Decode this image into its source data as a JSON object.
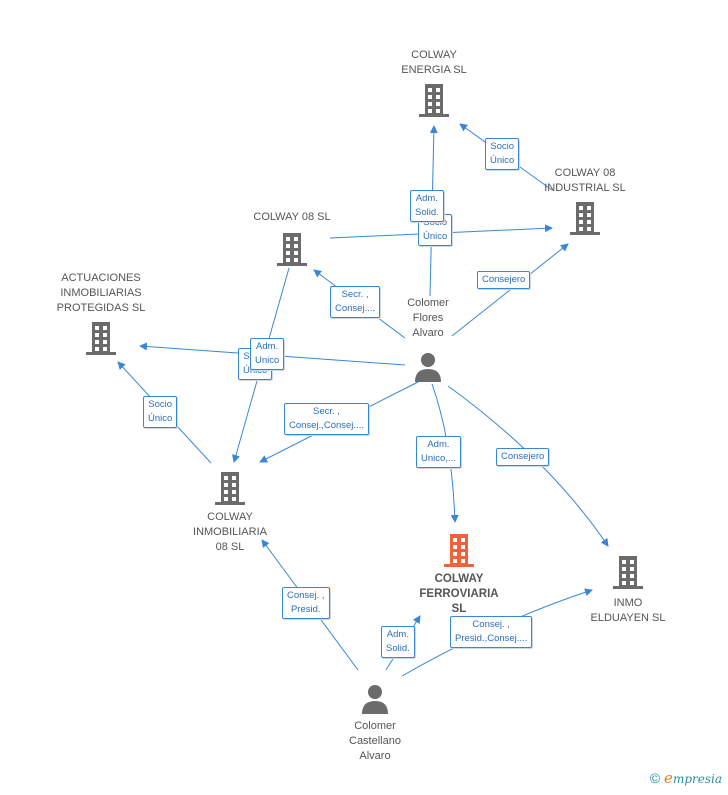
{
  "colors": {
    "edge": "#3a86d6",
    "company": "#6b6b6b",
    "focus": "#f0623a",
    "person": "#6b6b6b"
  },
  "nodes": [
    {
      "id": "energia",
      "type": "company",
      "name": "COLWAY\nENERGIA  SL"
    },
    {
      "id": "c08",
      "type": "company",
      "name": "COLWAY 08 SL"
    },
    {
      "id": "industrial",
      "type": "company",
      "name": "COLWAY 08\nINDUSTRIAL SL"
    },
    {
      "id": "actuaciones",
      "type": "company",
      "name": "ACTUACIONES\nINMOBILIARIAS\nPROTEGIDAS SL"
    },
    {
      "id": "flores",
      "type": "person",
      "name": "Colomer\nFlores\nAlvaro"
    },
    {
      "id": "inmo08",
      "type": "company",
      "name": "COLWAY\nINMOBILIARIA\n08 SL"
    },
    {
      "id": "ferroviaria",
      "type": "focus",
      "name": "COLWAY\nFERROVIARIA\nSL"
    },
    {
      "id": "elduayen",
      "type": "company",
      "name": "INMO\nELDUAYEN SL"
    },
    {
      "id": "castellano",
      "type": "person",
      "name": "Colomer\nCastellano\nAlvaro"
    }
  ],
  "edge_labels": [
    "Socio\nÚnico",
    "Adm.\nSolid.",
    "Socio\nÚnico",
    "Consejero",
    "Secr. ,\nConsej....",
    "Socio\nÚnico",
    "Adm.\nUnico",
    "Socio\nÚnico",
    "Secr. ,\nConsej.,Consej....",
    "Adm.\nUnico,...",
    "Consejero",
    "Consej. ,\nPresid.",
    "Adm.\nSolid.",
    "Consej. ,\nPresid.,Consej...."
  ],
  "watermark": {
    "symbol": "©",
    "brand_initial": "e",
    "brand_rest": "mpresia"
  }
}
